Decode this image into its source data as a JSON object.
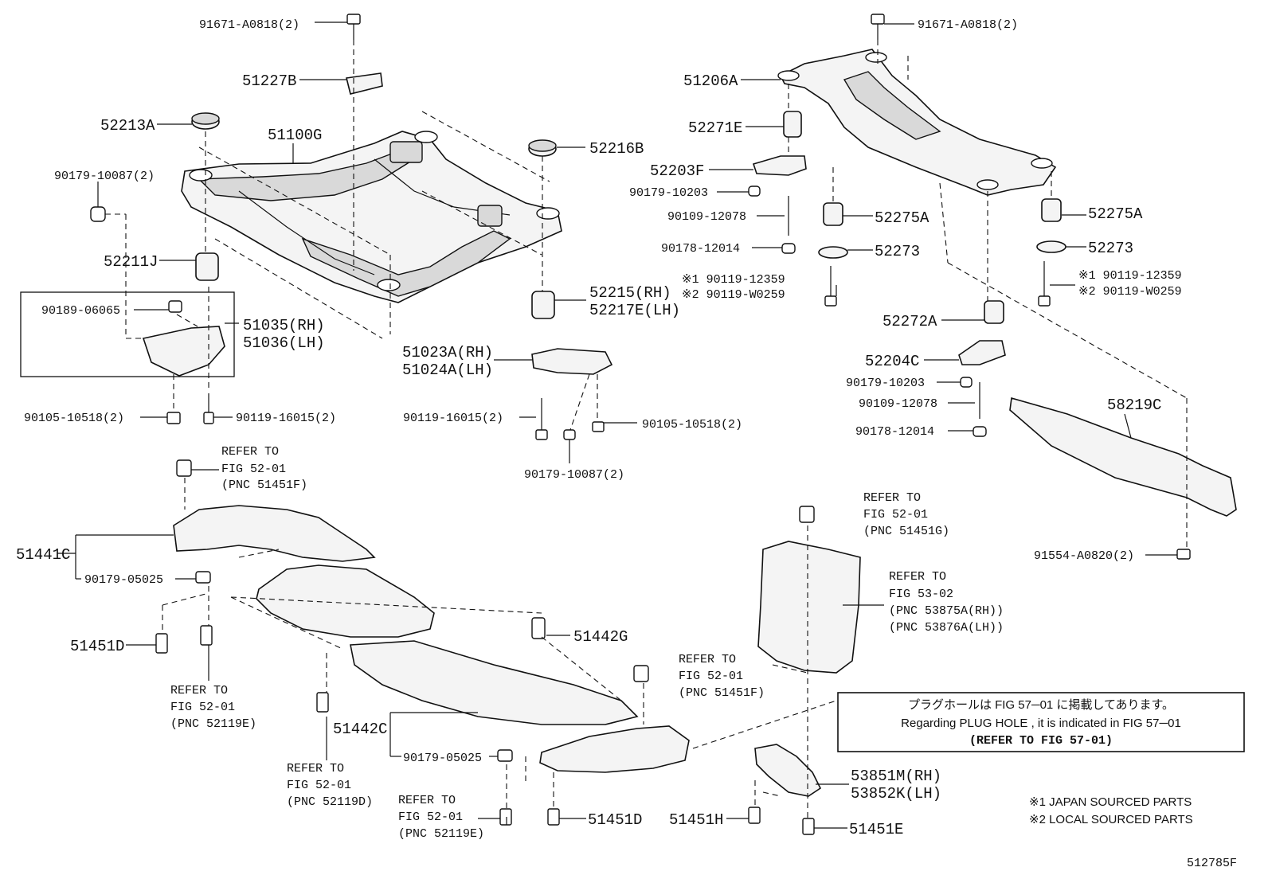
{
  "labels": {
    "l_91671_left": "91671-A0818(2)",
    "l_51227B": "51227B",
    "l_52213A": "52213A",
    "l_51100G": "51100G",
    "l_90179_10087_top": "90179-10087(2)",
    "l_52216B": "52216B",
    "l_52211J": "52211J",
    "l_90189_06065": "90189-06065",
    "l_51035": "51035(RH)",
    "l_51036": "51036(LH)",
    "l_52215": "52215(RH)",
    "l_52217E": "52217E(LH)",
    "l_51023A": "51023A(RH)",
    "l_51024A": "51024A(LH)",
    "l_90105_left": "90105-10518(2)",
    "l_90119_16015_left": "90119-16015(2)",
    "l_90119_16015_mid": "90119-16015(2)",
    "l_90105_mid": "90105-10518(2)",
    "l_90179_10087_bot": "90179-10087(2)",
    "l_91671_right": "91671-A0818(2)",
    "l_51206A": "51206A",
    "l_52271E": "52271E",
    "l_52203F": "52203F",
    "l_90179_10203_a": "90179-10203",
    "l_90109_12078_a": "90109-12078",
    "l_90178_12014_a": "90178-12014",
    "l_52275A_a": "52275A",
    "l_52273_a": "52273",
    "l_52275A_b": "52275A",
    "l_52273_b": "52273",
    "l_x1_mid": "※1 90119-12359",
    "l_x2_mid": "※2 90119-W0259",
    "l_x1_right": "※1 90119-12359",
    "l_x2_right": "※2 90119-W0259",
    "l_52272A": "52272A",
    "l_52204C": "52204C",
    "l_90179_10203_b": "90179-10203",
    "l_90109_12078_b": "90109-12078",
    "l_90178_12014_b": "90178-12014",
    "l_58219C": "58219C",
    "l_91554": "91554-A0820(2)",
    "l_51441C": "51441C",
    "l_90179_05025_a": "90179-05025",
    "l_51451D_left": "51451D",
    "l_51442G": "51442G",
    "l_51442C": "51442C",
    "l_90179_05025_b": "90179-05025",
    "l_51451D_mid": "51451D",
    "l_51451H": "51451H",
    "l_51451E": "51451E",
    "l_53851M": "53851M(RH)",
    "l_53852K": "53852K(LH)",
    "l_figcode": "512785F"
  },
  "refs": {
    "r1": [
      "REFER TO",
      "FIG 52-01",
      "(PNC 51451F)"
    ],
    "r2": [
      "REFER TO",
      "FIG 52-01",
      "(PNC 51451G)"
    ],
    "r3": [
      "REFER TO",
      "FIG 53-02",
      "(PNC 53875A(RH))",
      "(PNC 53876A(LH))"
    ],
    "r4": [
      "REFER TO",
      "FIG 52-01",
      "(PNC 51451F)"
    ],
    "r5": [
      "REFER TO",
      "FIG 52-01",
      "(PNC 52119E)"
    ],
    "r6": [
      "REFER TO",
      "FIG 52-01",
      "(PNC 52119D)"
    ],
    "r7": [
      "REFER TO",
      "FIG 52-01",
      "(PNC 52119E)"
    ]
  },
  "note": {
    "line1": "プラグホールは FIG 57─01 に掲載してあります。",
    "line2": "Regarding  PLUG  HOLE , it is indicated in FIG  57─01",
    "line3": "(REFER TO FIG 57-01)"
  },
  "legend": {
    "l1": "※1 JAPAN SOURCED PARTS",
    "l2": "※2 LOCAL SOURCED PARTS"
  }
}
